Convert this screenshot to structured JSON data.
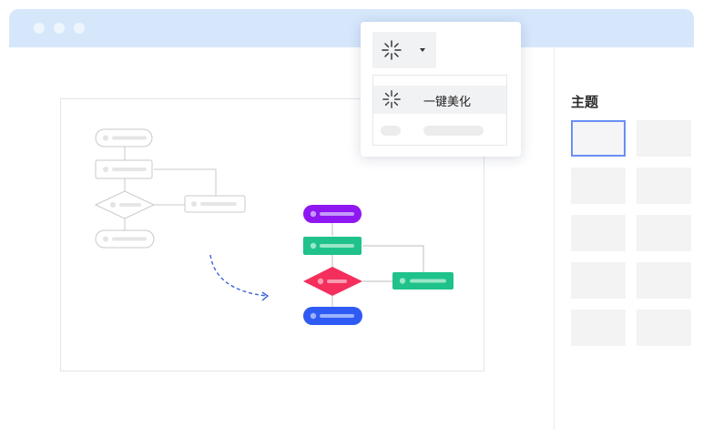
{
  "menu": {
    "beautify_label": "一键美化",
    "trigger_icon": "sparkle-icon",
    "caret_icon": "caret-down-icon"
  },
  "panel": {
    "title": "主题",
    "theme_swatches": 10,
    "selected_swatch": 1
  },
  "colors": {
    "titlebar": "#d6e7fc",
    "start_node": "#8f17f2",
    "process_node": "#1fc28a",
    "decision_node": "#f42f5c",
    "end_node": "#2f5bf4",
    "arrow": "#3b62d8",
    "selected_border": "#6a8ff3"
  }
}
